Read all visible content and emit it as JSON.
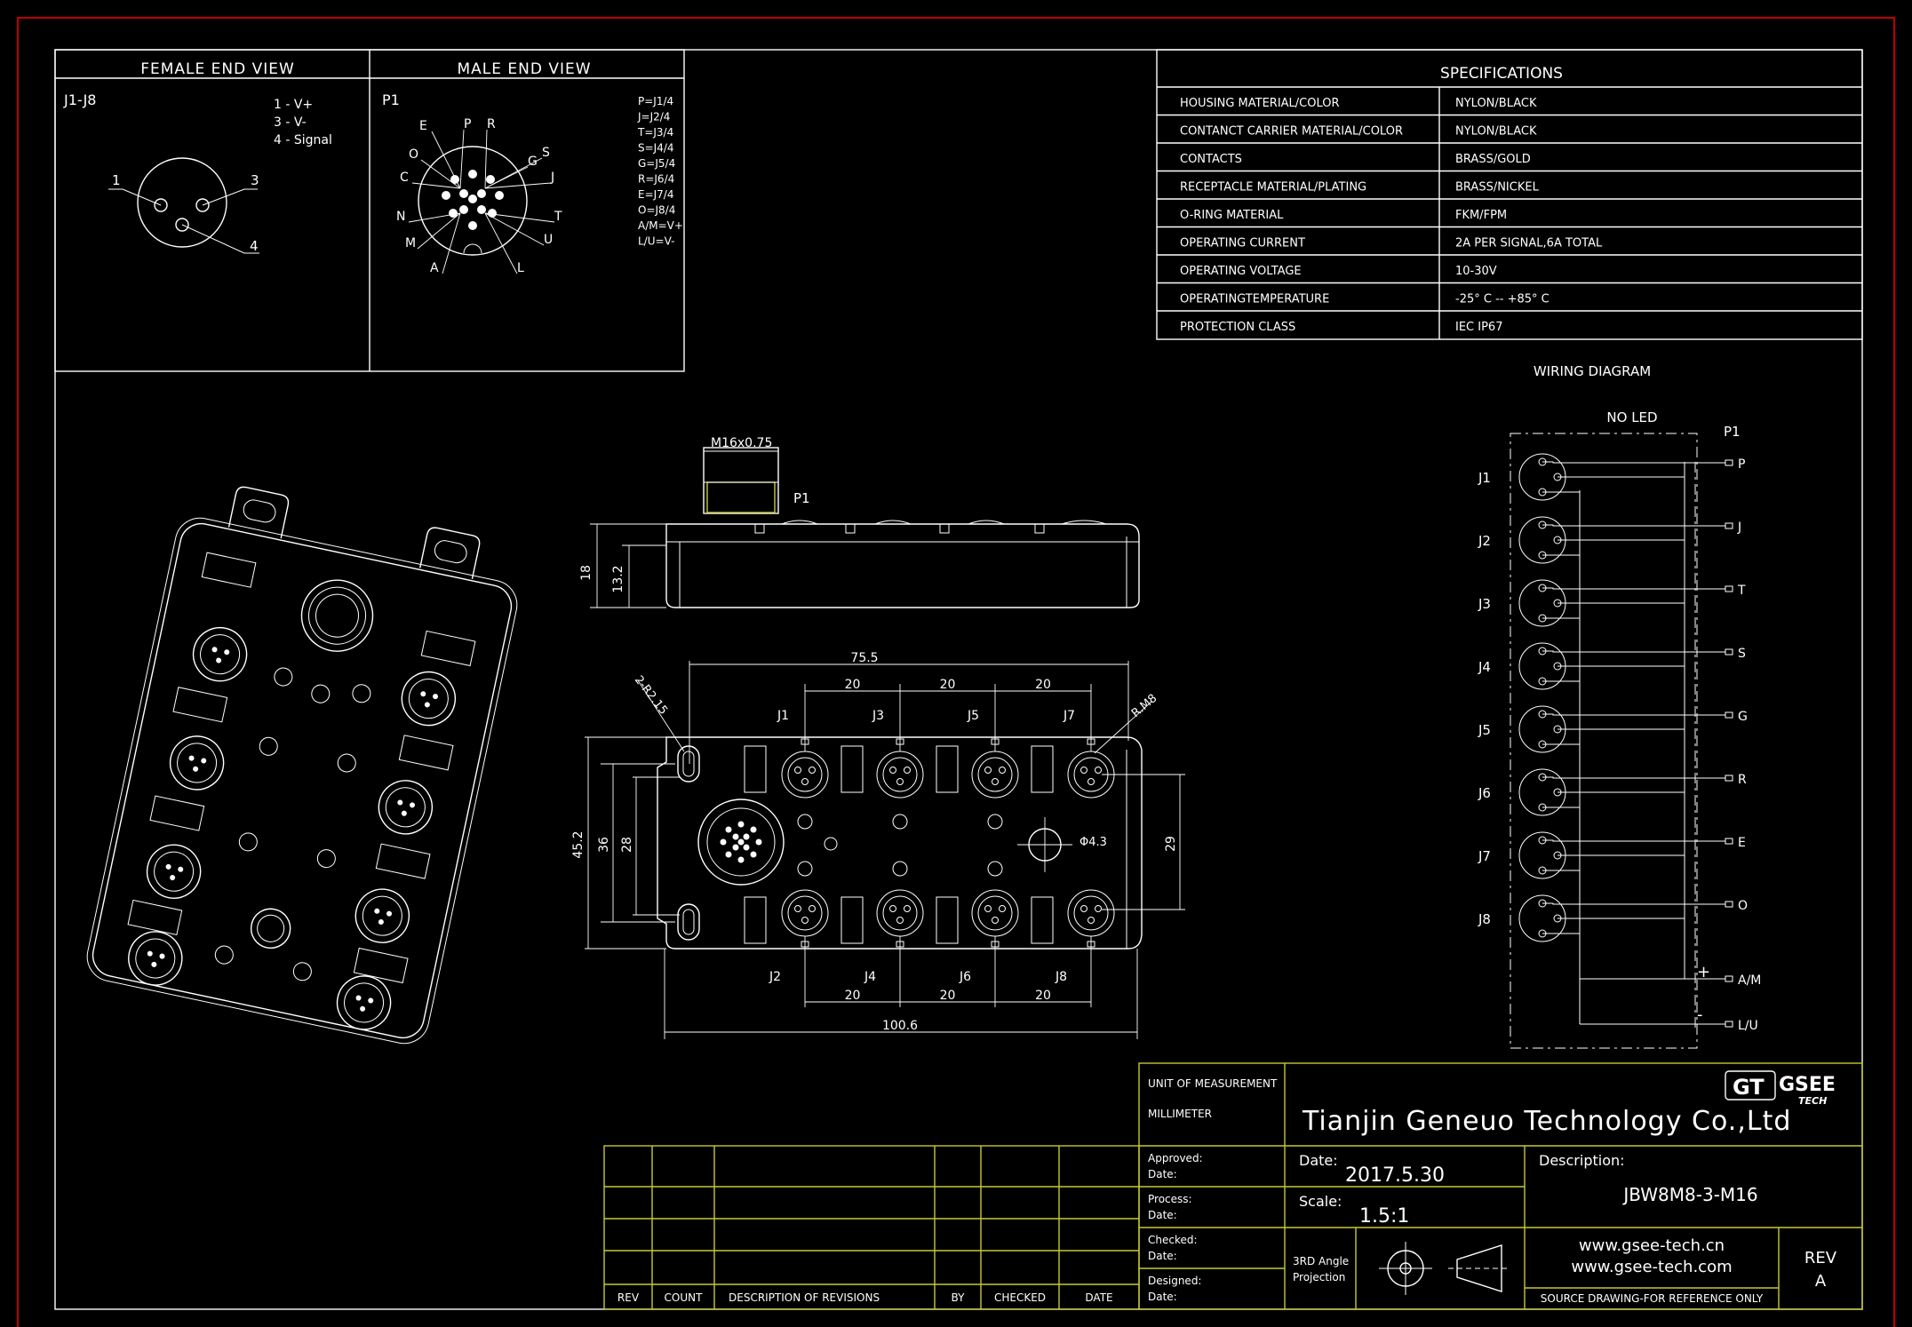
{
  "female_end_view": {
    "title": "FEMALE END VIEW",
    "ref": "J1-J8",
    "legend": [
      "1 - V+",
      "3 - V-",
      "4 - Signal"
    ],
    "pin_labels": [
      "1",
      "3",
      "4"
    ]
  },
  "male_end_view": {
    "title": "MALE END VIEW",
    "ref": "P1",
    "pin_labels": [
      "E",
      "P",
      "R",
      "G",
      "O",
      "S",
      "C",
      "J",
      "N",
      "T",
      "M",
      "U",
      "A",
      "L"
    ],
    "mapping": [
      "P=J1/4",
      "J=J2/4",
      "T=J3/4",
      "S=J4/4",
      "G=J5/4",
      "R=J6/4",
      "E=J7/4",
      "O=J8/4",
      "A/M=V+",
      "L/U=V-"
    ]
  },
  "specifications": {
    "title": "SPECIFICATIONS",
    "rows": [
      {
        "label": "HOUSING MATERIAL/COLOR",
        "value": "NYLON/BLACK"
      },
      {
        "label": "CONTANCT CARRIER MATERIAL/COLOR",
        "value": "NYLON/BLACK"
      },
      {
        "label": "CONTACTS",
        "value": "BRASS/GOLD"
      },
      {
        "label": "RECEPTACLE MATERIAL/PLATING",
        "value": "BRASS/NICKEL"
      },
      {
        "label": "O-RING MATERIAL",
        "value": "FKM/FPM"
      },
      {
        "label": "OPERATING CURRENT",
        "value": "2A PER SIGNAL,6A TOTAL"
      },
      {
        "label": "OPERATING VOLTAGE",
        "value": "10-30V"
      },
      {
        "label": "OPERATINGTEMPERATURE",
        "value": "-25° C --  +85° C"
      },
      {
        "label": "PROTECTION CLASS",
        "value": "IEC  IP67"
      }
    ]
  },
  "wiring": {
    "title": "WIRING  DIAGRAM",
    "subtitle": "NO LED",
    "p1_label": "P1",
    "ports": [
      "J1",
      "J2",
      "J3",
      "J4",
      "J5",
      "J6",
      "J7",
      "J8"
    ],
    "outputs": [
      "P",
      "J",
      "T",
      "S",
      "G",
      "R",
      "E",
      "O"
    ],
    "power": [
      "A/M",
      "L/U"
    ],
    "plus": "+",
    "minus": "-"
  },
  "side_view": {
    "thread": "M16x0.75",
    "p1": "P1",
    "dims": [
      "18",
      "13.2"
    ]
  },
  "top_view": {
    "overall_top": "75.5",
    "pitch_top": [
      "20",
      "20",
      "20"
    ],
    "pitch_bottom": [
      "20",
      "20",
      "20"
    ],
    "overall_bottom": "100.6",
    "slot": "2-R2.15",
    "radius": "R.M8",
    "hole": "Φ4.3",
    "height_outer": "45.2",
    "height_mid": "36",
    "height_inner": "28",
    "height_right": "29",
    "top_ports": [
      "J1",
      "J3",
      "J5",
      "J7"
    ],
    "bottom_ports": [
      "J2",
      "J4",
      "J6",
      "J8"
    ]
  },
  "title_block": {
    "unit_label": "UNIT OF MEASUREMENT",
    "unit_value": "MILLIMETER",
    "company": "Tianjin Geneuo Technology Co.,Ltd",
    "logo_left": "GT",
    "logo_right_top": "GSEE",
    "logo_right_bottom": "TECH",
    "approved": "Approved:",
    "process": "Process:",
    "checked": "Checked:",
    "designed": "Designed:",
    "date_word": "Date:",
    "date_label": "Date:",
    "date_value": "2017.5.30",
    "scale_label": "Scale:",
    "scale_value": "1.5:1",
    "projection_line1": "3RD Angle",
    "projection_line2": "Projection",
    "description_label": "Description:",
    "description_value": "JBW8M8-3-M16",
    "url1": "www.gsee-tech.cn",
    "url2": "www.gsee-tech.com",
    "source_note": "SOURCE DRAWING-FOR REFERENCE ONLY",
    "rev_label": "REV",
    "rev_value": "A"
  },
  "revisions": {
    "headers": [
      "REV",
      "COUNT",
      "DESCRIPTION  OF  REVISIONS",
      "BY",
      "CHECKED",
      "DATE"
    ]
  },
  "colors": {
    "line": "#ffffff",
    "frame": "#c00000",
    "title_block": "#c8c832",
    "background": "#000000"
  }
}
